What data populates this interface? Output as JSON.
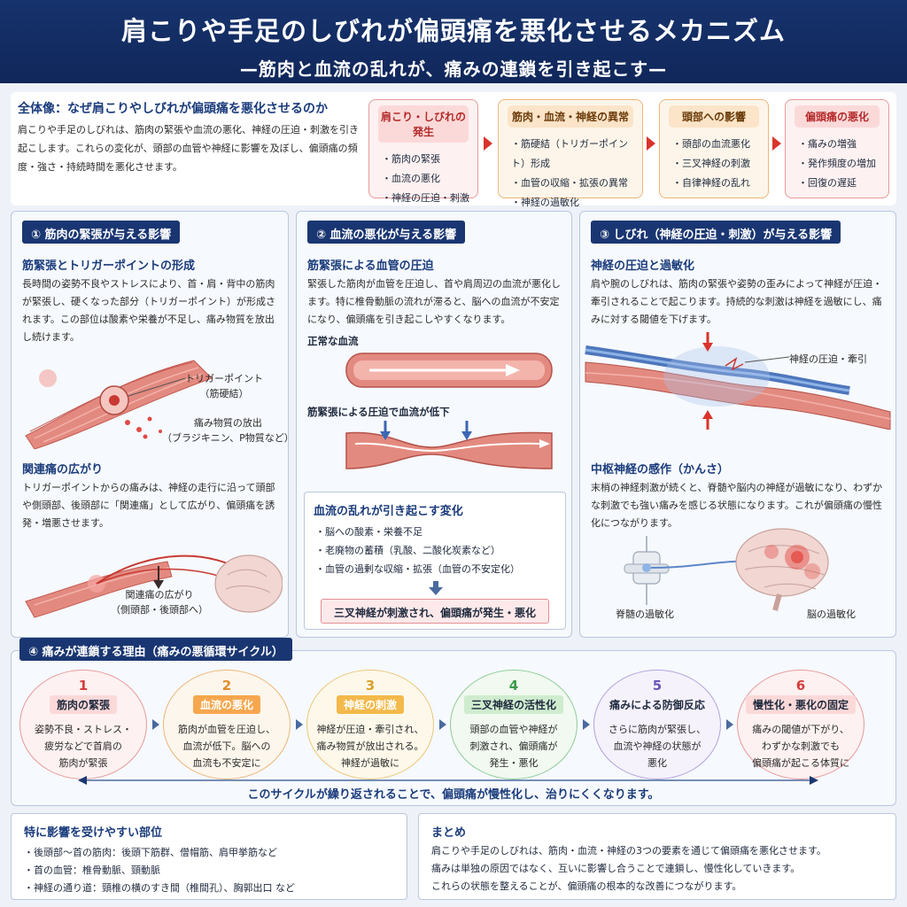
{
  "header": {
    "title": "肩こりや手足のしびれが偏頭痛を悪化させるメカニズム",
    "subtitle": "—筋肉と血流の乱れが、痛みの連鎖を引き起こす—"
  },
  "overview": {
    "title": "全体像：なぜ肩こりやしびれが偏頭痛を悪化させるのか",
    "description": "肩こりや手足のしびれは、筋肉の緊張や血流の悪化、神経の圧迫・刺激を引き起こします。これらの変化が、頭部の血管や神経に影響を及ぼし、偏頭痛の頻度・強さ・持続時間を悪化させます。",
    "flow": [
      {
        "title": "肩こり・しびれの発生",
        "items": [
          "筋肉の緊張",
          "血流の悪化",
          "神経の圧迫・刺激"
        ]
      },
      {
        "title": "筋肉・血流・神経の異常",
        "items": [
          "筋硬結（トリガーポイント）形成",
          "血管の収縮・拡張の異常",
          "神経の過敏化"
        ]
      },
      {
        "title": "頭部への影響",
        "items": [
          "頭部の血流悪化",
          "三叉神経の刺激",
          "自律神経の乱れ"
        ]
      },
      {
        "title": "偏頭痛の悪化",
        "items": [
          "痛みの増強",
          "発作頻度の増加",
          "回復の遅延"
        ]
      }
    ]
  },
  "panel1": {
    "heading": "① 筋肉の緊張が与える影響",
    "sub1": "筋緊張とトリガーポイントの形成",
    "text1": "長時間の姿勢不良やストレスにより、首・肩・背中の筋肉が緊張し、硬くなった部分（トリガーポイント）が形成されます。この部位は酸素や栄養が不足し、痛み物質を放出し続けます。",
    "label_trigger": [
      "トリガーポイント",
      "（筋硬結）"
    ],
    "label_release": [
      "痛み物質の放出",
      "（ブラジキニン、P物質など）"
    ],
    "sub2": "関連痛の広がり",
    "text2": "トリガーポイントからの痛みは、神経の走行に沿って頭部や側頭部、後頭部に「関連痛」として広がり、偏頭痛を誘発・増悪させます。",
    "label_referred": [
      "関連痛の広がり",
      "（側頭部・後頭部へ）"
    ]
  },
  "panel2": {
    "heading": "② 血流の悪化が与える影響",
    "sub1": "筋緊張による血管の圧迫",
    "text1": "緊張した筋肉が血管を圧迫し、首や肩周辺の血流が悪化します。特に椎骨動脈の流れが滞ると、脳への血流が不安定になり、偏頭痛を引き起こしやすくなります。",
    "label_normal": "正常な血流",
    "label_compressed": "筋緊張による圧迫で血流が低下",
    "box_title": "血流の乱れが引き起こす変化",
    "box_items": [
      "脳への酸素・栄養不足",
      "老廃物の蓄積（乳酸、二酸化炭素など）",
      "血管の過剰な収縮・拡張（血管の不安定化）"
    ],
    "box_result": "三叉神経が刺激され、偏頭痛が発生・悪化"
  },
  "panel3": {
    "heading": "③ しびれ（神経の圧迫・刺激）が与える影響",
    "sub1": "神経の圧迫と過敏化",
    "text1": "肩や腕のしびれは、筋肉の緊張や姿勢の歪みによって神経が圧迫・牽引されることで起こります。持続的な刺激は神経を過敏にし、痛みに対する閾値を下げます。",
    "label_nerve": "神経の圧迫・牽引",
    "sub2": "中枢神経の感作（かんさ）",
    "text2": "末梢の神経刺激が続くと、脊髄や脳内の神経が過敏になり、わずかな刺激でも強い痛みを感じる状態になります。これが偏頭痛の慢性化につながります。",
    "label_spine": "脊髄の過敏化",
    "label_brain": "脳の過敏化"
  },
  "cycle": {
    "heading": "④ 痛みが連鎖する理由（痛みの悪循環サイクル）",
    "steps": [
      {
        "num": "1",
        "title": "筋肉の緊張",
        "desc": [
          "姿勢不良・ストレス・",
          "疲労などで首肩の",
          "筋肉が緊張"
        ]
      },
      {
        "num": "2",
        "title": "血流の悪化",
        "desc": [
          "筋肉が血管を圧迫し、",
          "血流が低下。脳への",
          "血流も不安定に"
        ]
      },
      {
        "num": "3",
        "title": "神経の刺激",
        "desc": [
          "神経が圧迫・牽引され、",
          "痛み物質が放出される。",
          "神経が過敏に"
        ]
      },
      {
        "num": "4",
        "title": "三叉神経の活性化",
        "desc": [
          "頭部の血管や神経が",
          "刺激され、偏頭痛が",
          "発生・悪化"
        ]
      },
      {
        "num": "5",
        "title": "痛みによる防御反応",
        "desc": [
          "さらに筋肉が緊張し、",
          "血流や神経の状態が",
          "悪化"
        ]
      },
      {
        "num": "6",
        "title": "慢性化・悪化の固定",
        "desc": [
          "痛みの閾値が下がり、",
          "わずかな刺激でも",
          "偏頭痛が起こる体質に"
        ]
      }
    ],
    "note": "このサイクルが繰り返されることで、偏頭痛が慢性化し、治りにくくなります。"
  },
  "bottom": {
    "areas_title": "特に影響を受けやすい部位",
    "areas": [
      "後頭部〜首の筋肉：後頭下筋群、僧帽筋、肩甲挙筋など",
      "首の血管：椎骨動脈、頸動脈",
      "神経の通り道：頸椎の横のすき間（椎間孔）、胸郭出口 など"
    ],
    "summary_title": "まとめ",
    "summary": [
      "肩こりや手足のしびれは、筋肉・血流・神経の3つの要素を通じて偏頭痛を悪化させます。",
      "痛みは単独の原因ではなく、互いに影響し合うことで連鎖し、慢性化していきます。",
      "これらの状態を整えることが、偏頭痛の根本的な改善につながります。"
    ]
  },
  "colors": {
    "navy": "#1a3672",
    "accent_red": "#d9342b",
    "muscle": "#e07a70",
    "nerve": "#3b67b5"
  }
}
